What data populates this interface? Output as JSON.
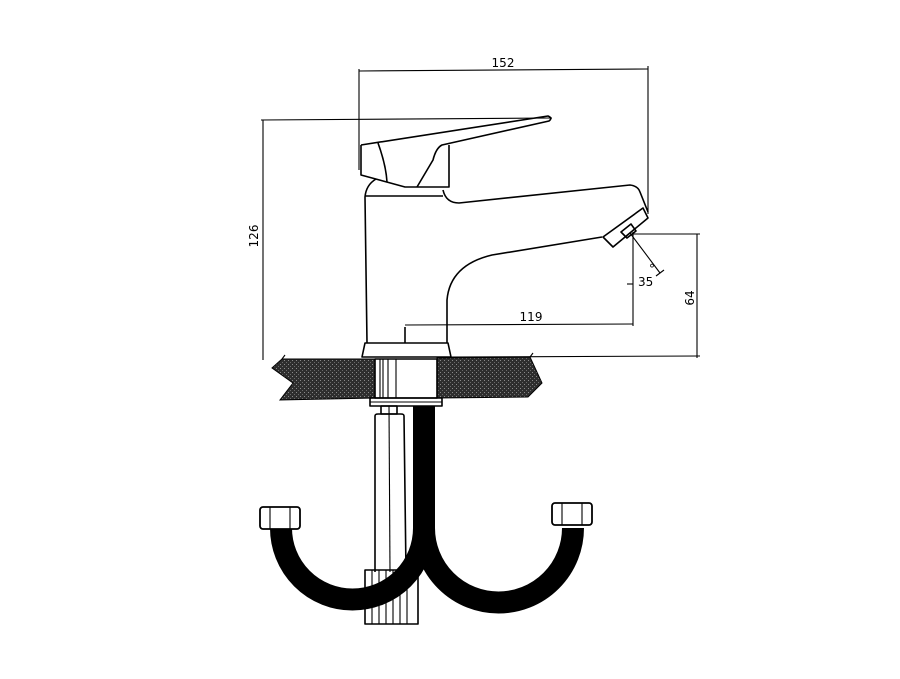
{
  "drawing": {
    "dimensions": {
      "overall_length": "152",
      "overall_height": "126",
      "spout_reach": "119",
      "spout_angle": "35",
      "degree_symbol": "°",
      "spout_height": "64"
    },
    "colors": {
      "line": "#000000",
      "countertop": "#2e2e2e",
      "hose": "#000000"
    }
  }
}
